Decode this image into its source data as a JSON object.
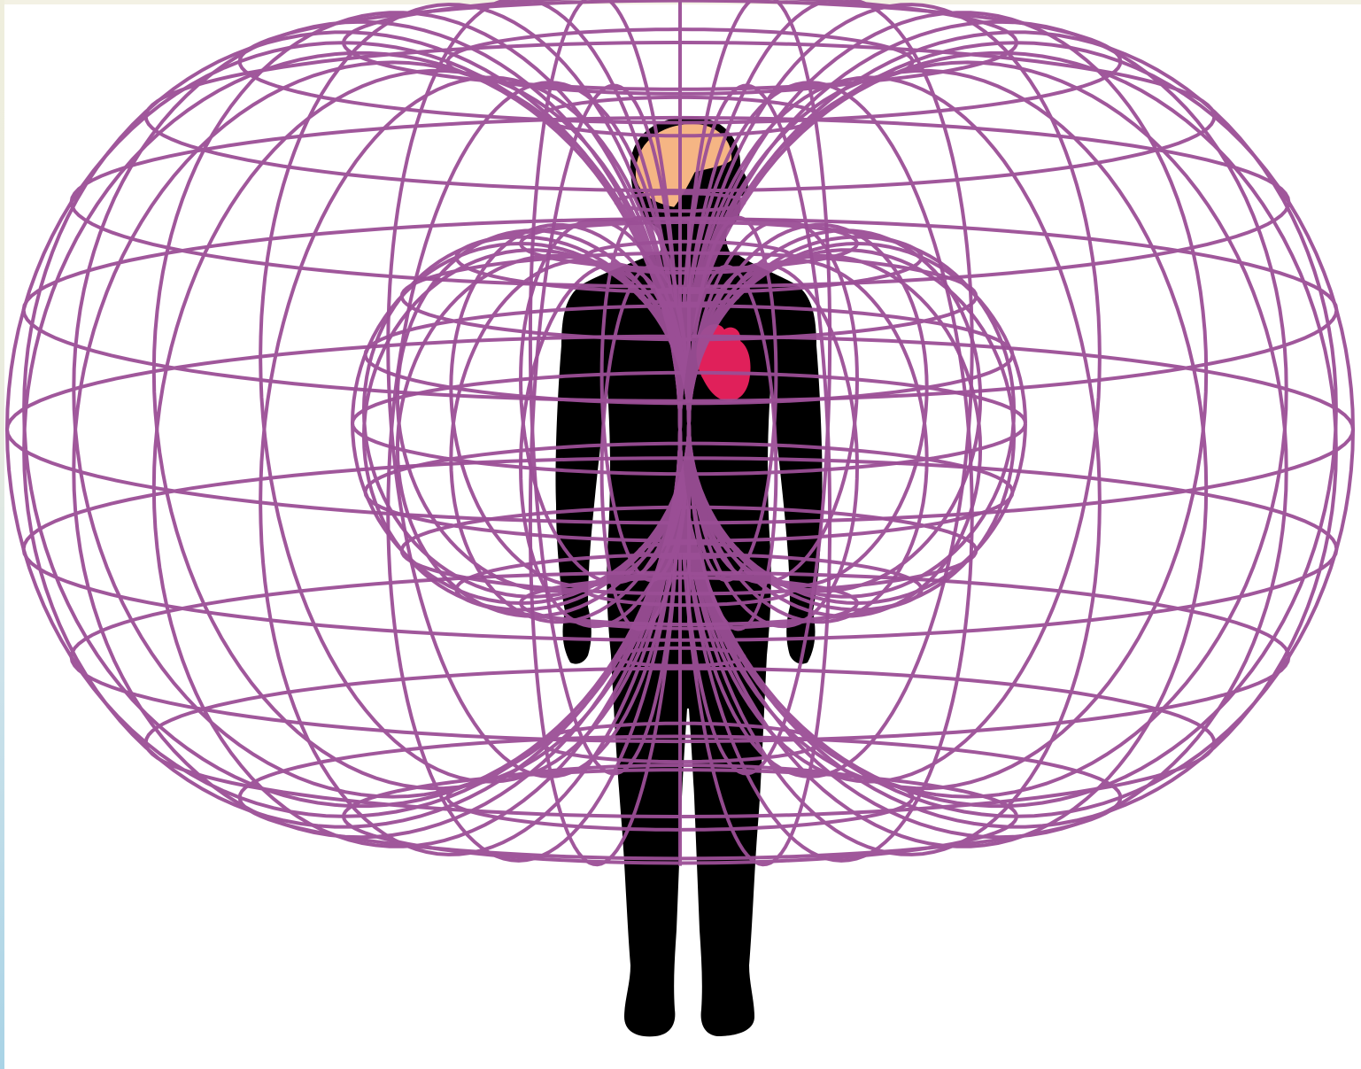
{
  "figure": {
    "subject": "human-body-toroidal-field",
    "colors": {
      "field_lines": "#9b4f96",
      "silhouette": "#000000",
      "brain": "#f5b584",
      "heart": "#e0205a",
      "background": "#ffffff"
    },
    "field_layers": [
      "outer-torus",
      "inner-torus"
    ],
    "body_parts": [
      "brain",
      "heart"
    ]
  }
}
